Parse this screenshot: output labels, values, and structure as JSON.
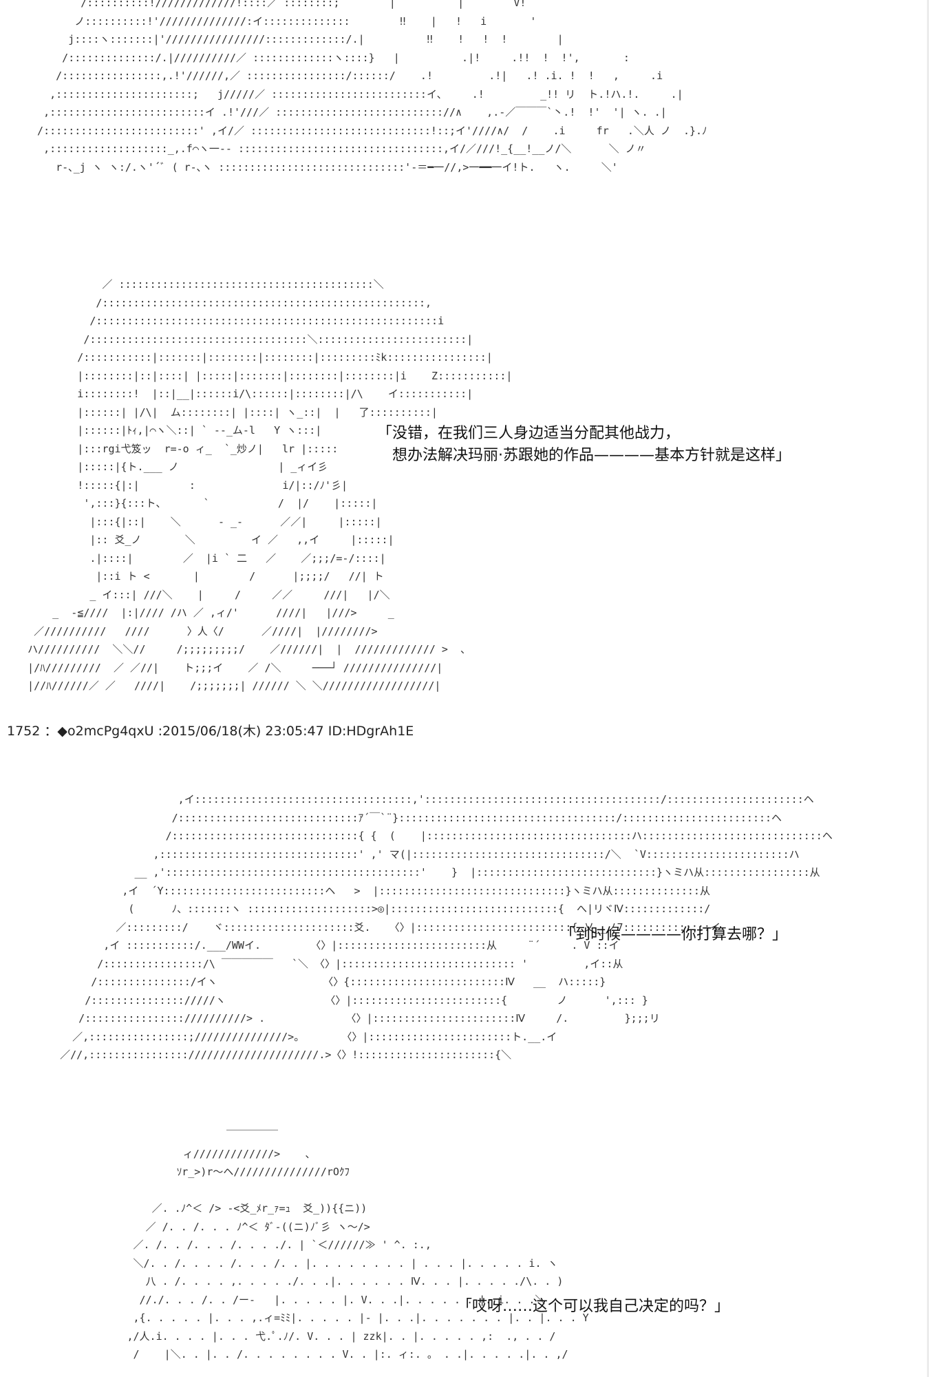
{
  "post": {
    "number": "1752",
    "separator": "：",
    "tripcode": "◆o2mcPg4qxU",
    "datetime": "2015/06/18(木) 23:05:47",
    "id": "ID:HDgrAh1E"
  },
  "dialogue": [
    {
      "speaker_text": "「没错，在我们三人身边适当分配其他战力，\n　想办法解决玛丽·苏跟她的作品————基本方针就是这样」"
    },
    {
      "speaker_text": "「到时候————你打算去哪？」"
    },
    {
      "speaker_text": "「哎呀……这个可以我自己决定的吗？」"
    }
  ],
  "ascii_art": {
    "art1": "         /::::::::::!/////////////!::::／ ::::::::;        |          |        V!\n        ノ::::::::::!'//////////////:イ::::::::::::::        ‼    |   !   i       '\n       j::::ヽ:::::::|'////////////////:::::::::::::/.|          ‼    !   !  !        |\n      /::::::::::::::/.|//////////／ :::::::::::::ヽ::::}   |          .|!     .!!  !  !',       :\n     /::::::::::::::::,.!'//////,／ ::::::::::::::::/::::::/    .!         .!|   .! .i. !  !   ,     .i\n    ,::::::::::::::::::::::;   j/////／ :::::::::::::::::::::::::イ、    .!         _!! リ  ト.!ハ.!.     .|\n   ,:::::::::::::::::::::::::イ .!'///／ ::::::::::::::::::::::::::://∧    ,.-／￣￣￣`丶.!  !'  '| ヽ. .|\n  /:::::::::::::::::::::::::' ,イ/／ :::::::::::::::::::::::::::::!::;イ'////∧/  /    .i     fr   .＼人 ノ  .}.ﾉ\n   ,:::::::::::::::::::_,.f⌒ヽ一-- :::::::::::::::::::::::::::::::::,イ/／///!_{__!__ノ/＼      ＼ ノ〃\n     r-､_j ヽ ヽ:/.ヽ'´ﾞ ( r-､ヽ ::::::::::::::::::::::::::::::'-＝━一//,>一━━一イ!ト.   ヽ.     ＼'",
    "art2": "              ／ :::::::::::::::::::::::::::::::::::::::::＼\n             /::::::::::::::::::::::::::::::::::::::::::::::::::::,\n            /:::::::::::::::::::::::::::::::::::::::::::::::::::::::i\n           /:::::::::::::::::::::::::::::::::::＼::::::::::::::::::::::::|\n          /:::::::::::|:::::::|::::::::|::::::::|:::::::::ﾐk::::::::::::::::|\n          |::::::::|::|::::| |:::::|:::::::|::::::::|::::::::|i    Z:::::::::::|\n          i::::::::!  |::|__|::::::i/\\::::::|::::::::|/\\    イ:::::::::::|\n          |::::::| |/\\|  ム::::::::| |::::| ヽ_::|  |   了::::::::::|\n          |::::::|ﾄｨ,|⌒ヽ＼::| ` --_ム-l   Y ヽ:::|\n          |:::rgi弋笈ッ  r=-o ィ_  `_炒ノ|   lr |:::::\n          |:::::|{ト.___ ノ                | _ィイ彡\n          !:::::{|:|        :              i/|::/ﾉ'彡|\n           ',:::}{:::ト、      `           /  |/    |:::::|\n            |:::{|::|    ＼      - _-      ／／|     |:::::|\n            |:: 爻_ノ       ＼         イ ／   ,,イ     |:::::|\n            .|::::|        ／  |i ` 二   ／    ／;;;/=-/::::|\n             |::i ト <       |        /      |;;;;/   //| ト\n            _ イ:::| ///＼    |     /     ／／     ///|   |/＼\n      _  -≦////  |:|//// /ハ ／ ,ィ/'      ////|   |///>     _\n   ／//////////   ////      〉人〈/      ／////|  |////////>  \n  ハ//////////  ＼＼//     /;;;;;;;;;/    ／//////|  |  ///////////// >  、\n  |/ﾊ/////////  ／ ／//|    ト;;;イ    ／ /＼     ───┘ ///////////////|\n  |//ﾊ//////／ ／   ////|    /;;;;;;;| ////// ＼ ＼//////////////////|",
    "art3": "                      ,イ:::::::::::::::::::::::::::::::::::,'::::::::::::::::::::::::::::::::::::::/::::::::::::::::::::::ヘ\n                     /:::::::::::::::::::::::::::::ｱ´￣`¨}:::::::::::::::::::::::::::::::::::/::::::::::::::::::::::::ヘ\n                    /::::::::::::::::::::::::::::::{ {  (    |:::::::::::::::::::::::::::::::::ハ:::::::::::::::::::::::::::::ヘ\n                  ,::::::::::::::::::::::::::::::::' ,' マ(|:::::::::::::::::::::::::::::::/＼  `V:::::::::::::::::::::::ハ\n               __ ,':::::::::::::::::::::::::::::::::::::::::'    }  |:::::::::::::::::::::::::::::}ヽミハ从:::::::::::::::::从\n             ,イ  ´Y::::::::::::::::::::::::::ヘ   >  |::::::::::::::::::::::::::::::}ヽミハ从::::::::::::::从\n              (      ﾉ、:::::::ヽ ::::::::::::::::::::>◎|:::::::::::::::::::::::::::{  へ|リヾⅣ:::::::::::::/\n            ／:::::::::/    ヾ:::::::::::::::::::::爻.   〈〉|:::::::::::::::::::::::::{ 乂__ノ7::::::::::::::イ\n          ,イ :::::::::::/.___/WWイ.        〈〉|::::::::::::::::::::::::从     ¨´     . V ::イ\n         /::::::::::::::::/\\ ￣￣￣￣￣   `＼ 〈〉|:::::::::::::::::::::::::::: '         ,イ::从\n        /:::::::::::::::/イヽ                 〈〉{:::::::::::::::::::::::::Ⅳ   __  ハ:::::}\n       /::::::::::::::://///ヽ                〈〉|::::::::::::::::::::::::{        ノ      ',::: }\n      /:::::::::::::::://////////> .             〈〉|:::::::::::::::::::::::Ⅳ     /.         };;;リ\n     ／,::::::::::::::::;///////////////>。      〈〉|:::::::::::::::::::::::ト.__.イ\n   ／//,:::::::::::::::://///////////////////.>〈〉!::::::::::::::::::::::{＼",
    "art4": "                                ￣￣￣￣￣\n                         ィ/////////////>    、\n                        ｿr_>)r〜ヘ///////////////rOｸﾌ\n\n                    ／. .ﾉ^＜ /> -<爻_ﾒr_ｧ=ｭ  爻_)){{ニ))\n                   ／ /. . /. . . ﾉ^＜ ﾀﾞ-((ニ)ﾉﾞ彡 ヽ〜/>\n                 ／. /. . /. . . /. . . ./. | `＜//////≫ ' ^. :.,\n                 ＼/. . /. . . . /. . . /. . |. . . . . . . . | . . . |. . . . . i. ヽ\n                   八 . /. . . . ,. . . . ./. . .|. . . . . . Ⅳ. . . |. . . . ./\\. . )\n                  //./. . . /. . /ー-   |. . . . . |. V. . .|. . . . . . |. i. . .＼\n                 ,{. . . . . |. . . ,.ィ=ﾐﾐ|. . . . . |- |. . .|. . . . . . . |. . |. . . Y\n                ,/人.i. . . . |. . . 弋.ﾟ.ﾉ/. V. . . | zzk|. . |. . . . . ,:  ., . . /\n                 /    |＼. . |. . /. . . . . . . . V. . |:. ィ:. 。 . .|. . . . .|. . ,/"
  },
  "colors": {
    "background": "#ffffff",
    "text": "#111111",
    "art": "#333333"
  }
}
